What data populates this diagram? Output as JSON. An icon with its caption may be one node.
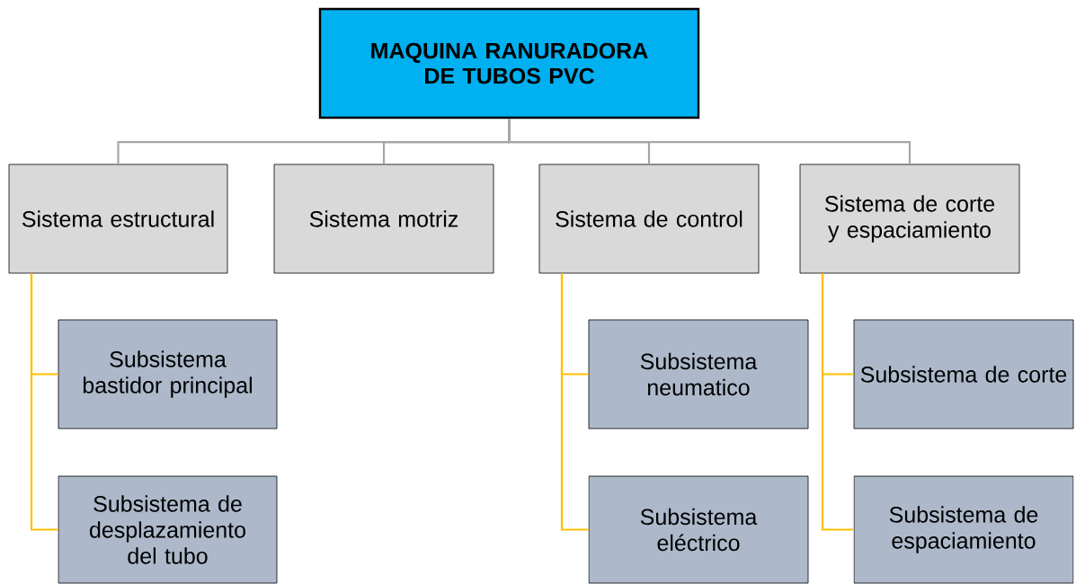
{
  "diagram": {
    "nodes": [
      {
        "text": [
          "MAQUINA RANURADORA DE TUBOS PVC"
        ]
      },
      {
        "text": [
          "Sistema estructural"
        ]
      },
      {
        "text": [
          "Sistema motriz"
        ]
      },
      {
        "text": [
          "Sistema de control"
        ]
      },
      {
        "text": [
          "Sistema de corte y espaciamiento"
        ]
      },
      {
        "text": [
          "Subsistema bastidor principal"
        ]
      },
      {
        "text": [
          "Subsistema de desplazamiento del tubo"
        ]
      },
      {
        "text": [
          "Subsistema neumatico"
        ]
      },
      {
        "text": [
          "Subsistema eléctrico"
        ]
      },
      {
        "text": [
          "Subsistema de corte"
        ]
      },
      {
        "text": [
          "Subsistema de espaciamiento"
        ]
      }
    ],
    "edges": [
      {
        "from": 0,
        "to": 1,
        "arrow": "none",
        "color": "#a6a6a6"
      },
      {
        "from": 0,
        "to": 2,
        "arrow": "none",
        "color": "#a6a6a6"
      },
      {
        "from": 0,
        "to": 3,
        "arrow": "none",
        "color": "#a6a6a6"
      },
      {
        "from": 0,
        "to": 4,
        "arrow": "none",
        "color": "#a6a6a6"
      },
      {
        "from": 1,
        "to": 5,
        "arrow": "none",
        "color": "#ffc000"
      },
      {
        "from": 1,
        "to": 6,
        "arrow": "none",
        "color": "#ffc000"
      },
      {
        "from": 3,
        "to": 7,
        "arrow": "none",
        "color": "#ffc000"
      },
      {
        "from": 3,
        "to": 8,
        "arrow": "none",
        "color": "#ffc000"
      },
      {
        "from": 4,
        "to": 9,
        "arrow": "none",
        "color": "#ffc000"
      },
      {
        "from": 4,
        "to": 10,
        "arrow": "none",
        "color": "#ffc000"
      }
    ]
  }
}
